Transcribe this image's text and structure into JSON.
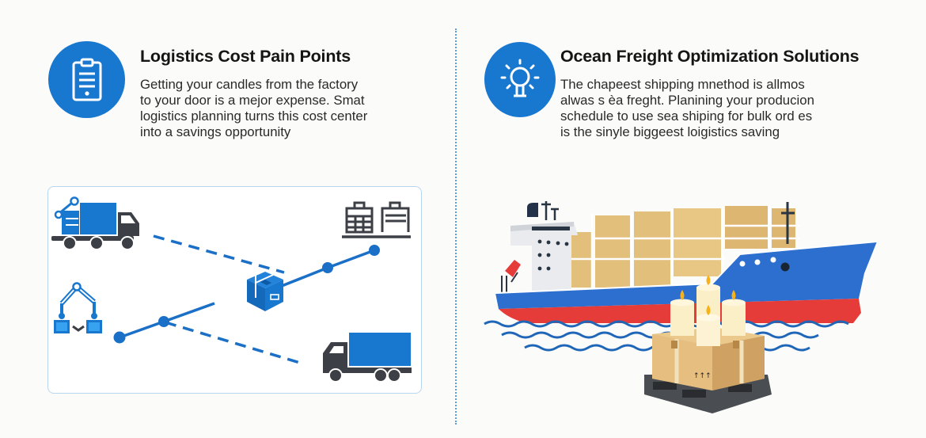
{
  "colors": {
    "accent_blue": "#1877cf",
    "icon_dark": "#3c3f45",
    "ship_hull_blue": "#2d6fcf",
    "ship_hull_red": "#e53c3a",
    "container_tan": "#e2bf7b",
    "background": "#fbfbf9"
  },
  "left": {
    "icon": "clipboard-icon",
    "heading": "Logistics Cost Pain Points",
    "body_lines": [
      "Getting your candles from the factory",
      "to your door is a mejor expense. Smat",
      "logistics planning turns this cost center",
      "into a savings opportunity"
    ],
    "diagram": {
      "nodes": [
        {
          "name": "factory-truck-icon"
        },
        {
          "name": "warehouse-icon"
        },
        {
          "name": "package-box-icon"
        },
        {
          "name": "robotic-arm-icon"
        },
        {
          "name": "delivery-truck-icon"
        }
      ]
    }
  },
  "right": {
    "icon": "lightbulb-icon",
    "heading": "Ocean Freight Optimization Solutions",
    "body_lines": [
      "The chapeest shipping mnethod is allmos",
      "alwas s èa freght. Planining your producion",
      "schedule to use sea shiping for bulk ord es",
      "is the sinyle biggeest loigistics saving"
    ],
    "illustration": {
      "subjects": [
        "container-ship-icon",
        "ocean-waves-icon",
        "candles-on-pallet-icon"
      ]
    }
  }
}
